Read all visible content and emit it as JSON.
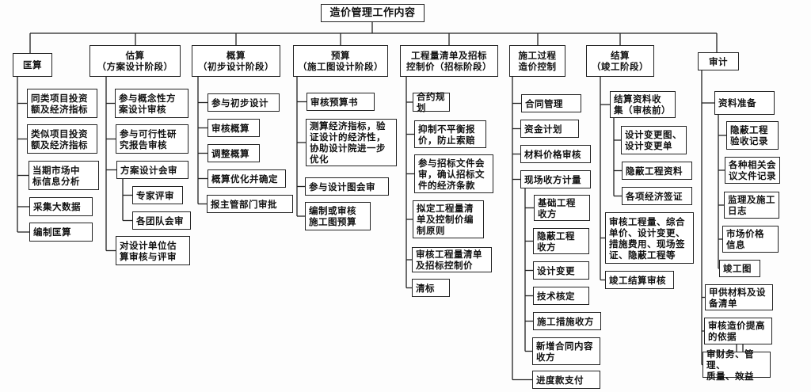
{
  "title": "造价管理工作内容",
  "columns": [
    {
      "title": "匡算",
      "items": [
        {
          "text": "同类项目投资\n额及经济指标"
        },
        {
          "text": "类似项目投资\n额及经济指标"
        },
        {
          "text": "当期市场中\n标信息分析"
        },
        {
          "text": "采集大数据"
        },
        {
          "text": "编制匡算"
        }
      ]
    },
    {
      "title": "估算\n（方案设计阶段）",
      "items": [
        {
          "text": "参与概念性方\n案设计审核"
        },
        {
          "text": "参与可行性研\n究报告审核"
        },
        {
          "text": "方案设计会审",
          "children": [
            "专家评审",
            "各团队会审"
          ]
        },
        {
          "text": "对设计单位估\n算审核与评审"
        }
      ]
    },
    {
      "title": "概算\n（初步设计阶段）",
      "items": [
        {
          "text": "参与初步设计"
        },
        {
          "text": "审核概算"
        },
        {
          "text": "调整概算"
        },
        {
          "text": "概算优化并确定"
        },
        {
          "text": "报主管部门审批"
        }
      ]
    },
    {
      "title": "预算\n（施工图设计阶段）",
      "items": [
        {
          "text": "审核预算书"
        },
        {
          "text": "测算经济指标，验\n证设计的经济性，\n协助设计院进一步\n优化"
        },
        {
          "text": "参与设计图会审"
        },
        {
          "text": "编制或审核\n施工图预算"
        }
      ]
    },
    {
      "title": "工程量清单及招标\n控制价（招标阶段）",
      "items": [
        {
          "text": "合约规划"
        },
        {
          "text": "抑制不平衡报\n价，防止索赔"
        },
        {
          "text": "参与招标文件会\n审，确认招标文\n件的经济条款"
        },
        {
          "text": "拟定工程量清\n单及控制价编\n制原则"
        },
        {
          "text": "审核工程量清单\n及招标控制价"
        },
        {
          "text": "清标"
        }
      ]
    },
    {
      "title": "施工过程\n造价控制",
      "items": [
        {
          "text": "合同管理"
        },
        {
          "text": "资金计划"
        },
        {
          "text": "材料价格审核"
        },
        {
          "text": "现场收方计量",
          "children": [
            "基础工程\n收方",
            "隐蔽工程\n收方",
            "设计变更",
            "技术核定",
            "施工措施收方",
            "新增合同内容\n收方"
          ]
        },
        {
          "text": "进度款支付"
        }
      ]
    },
    {
      "title": "结算\n（竣工阶段）",
      "items": [
        {
          "text": "结算资料收\n集（审核前）",
          "children": [
            "设计变更图、\n设计变更单",
            "隐蔽工程资料",
            "各项经济签证"
          ]
        },
        {
          "text": "审核工程量、综合\n单价、设计变更、\n措施费用、现场签\n证、隐蔽工程等"
        },
        {
          "text": "竣工结算审核"
        }
      ]
    },
    {
      "title": "审计",
      "items": [
        {
          "text": "资料准备",
          "children": [
            "隐蔽工程\n验收记录",
            "各种相关会\n议文件记录",
            "监理及施工\n日志",
            "市场价格\n信息",
            "竣工图"
          ]
        },
        {
          "text": "甲供材料及设\n备清单"
        },
        {
          "text": "审核造价提高\n的依据"
        },
        {
          "text": "审财务、管理、\n质量、效益"
        }
      ]
    }
  ]
}
